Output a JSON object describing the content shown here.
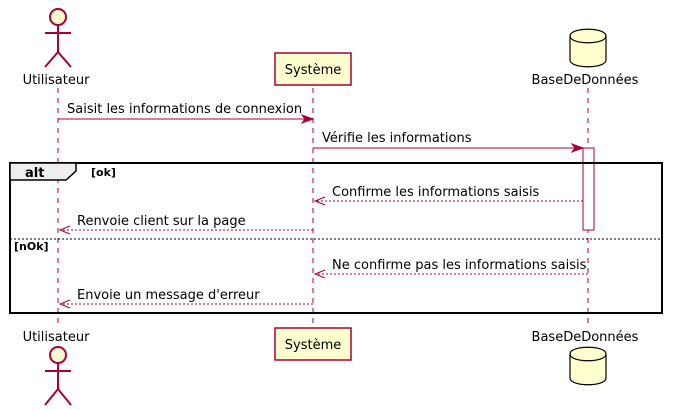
{
  "participants": {
    "user": "Utilisateur",
    "system": "Système",
    "db": "BaseDeDonnées"
  },
  "messages": {
    "m1": "Saisit les informations de connexion",
    "m2": "Vérifie les informations",
    "m3": "Confirme les informations saisis",
    "m4": "Renvoie client sur la page",
    "m5": "Ne confirme pas les informations saisis",
    "m6": "Envoie un message d'erreur"
  },
  "fragment": {
    "operator": "alt",
    "guard_ok": "[ok]",
    "guard_nok": "[nOk]"
  },
  "colors": {
    "line": "#A80036",
    "box_fill": "#FEFECE",
    "frame": "#000000"
  }
}
